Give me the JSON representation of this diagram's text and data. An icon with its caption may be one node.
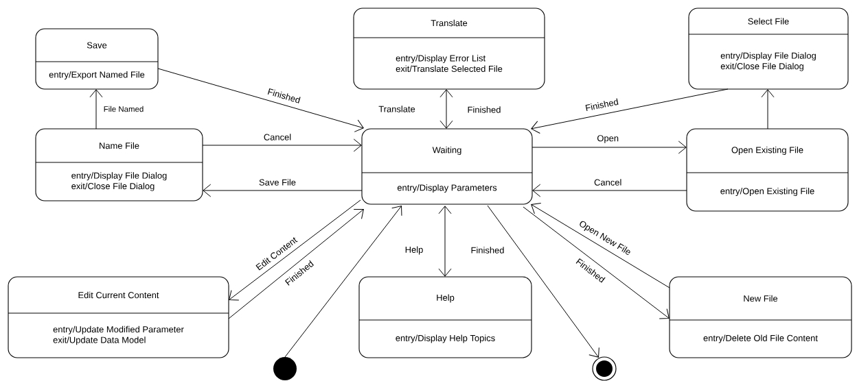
{
  "diagram": {
    "nodes": [
      {
        "text": [
          "Save",
          "entry/Export Named File"
        ]
      },
      {
        "text": [
          "Translate",
          "entry/Display Error List",
          "exit/Translate Selected File"
        ]
      },
      {
        "text": [
          "Select File",
          "entry/Display File Dialog",
          "exit/Close File Dialog"
        ]
      },
      {
        "text": [
          "Name File",
          "entry/Display File Dialog",
          "exit/Close File Dialog"
        ]
      },
      {
        "text": [
          "Waiting",
          "entry/Display Parameters"
        ]
      },
      {
        "text": [
          "Open Existing File",
          "entry/Open Existing File"
        ]
      },
      {
        "text": [
          "Edit Current Content",
          "entry/Update Modified Parameter",
          "exit/Update Data Model"
        ]
      },
      {
        "text": [
          "Help",
          "entry/Display Help Topics"
        ]
      },
      {
        "text": [
          "New File",
          "entry/Delete Old File Content"
        ]
      },
      {
        "text": [],
        "shape": "circle"
      },
      {
        "text": [],
        "shape": "bullseye"
      }
    ],
    "edges": [
      {
        "from": 3,
        "to": 0,
        "arrow": "to",
        "label": "File Named"
      },
      {
        "from": 0,
        "to": 4,
        "arrow": "to",
        "label": "Finished"
      },
      {
        "from": 4,
        "to": 1,
        "arrow": "both",
        "label": "Translate"
      },
      {
        "from": 2,
        "to": 4,
        "arrow": "to",
        "label": "Finished"
      },
      {
        "from": 3,
        "to": 4,
        "arrow": "to",
        "label": "Cancel"
      },
      {
        "from": 4,
        "to": 3,
        "arrow": "to",
        "label": "Save File"
      },
      {
        "from": 4,
        "to": 5,
        "arrow": "to",
        "label": "Open"
      },
      {
        "from": 5,
        "to": 4,
        "arrow": "to",
        "label": "Cancel"
      },
      {
        "from": 5,
        "to": 2,
        "arrow": "to"
      },
      {
        "from": 4,
        "to": 6,
        "arrow": "to",
        "label": "Edit Content"
      },
      {
        "from": 6,
        "to": 4,
        "arrow": "to",
        "label": "Finished"
      },
      {
        "from": 9,
        "to": 4,
        "arrow": "to"
      },
      {
        "from": 4,
        "to": 7,
        "arrow": "both",
        "label": "Help"
      },
      {
        "from": 4,
        "to": 10,
        "arrow": "to"
      },
      {
        "from": 8,
        "to": 4,
        "arrow": "to",
        "label": "Open New File"
      },
      {
        "from": 4,
        "to": 8,
        "arrow": "to",
        "label": "Finished"
      }
    ],
    "labels": [
      "Finished",
      "Finished"
    ]
  }
}
